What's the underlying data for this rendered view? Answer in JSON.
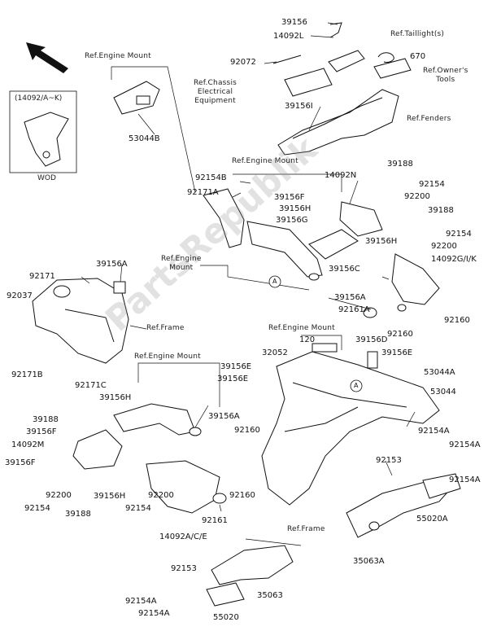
{
  "labels": {
    "l_39156a": "39156",
    "l_14092l": "14092L",
    "l_92072": "92072",
    "l_670": "670",
    "l_39156i": "39156I",
    "l_53044b": "53044B",
    "l_92154b": "92154B",
    "l_92171a": "92171A",
    "l_39188a": "39188",
    "l_14092n": "14092N",
    "l_92154a1": "92154",
    "l_92200a": "92200",
    "l_39156f1": "39156F",
    "l_39156h1": "39156H",
    "l_39156g": "39156G",
    "l_39188b": "39188",
    "l_39156h2": "39156H",
    "l_92154a2": "92154",
    "l_92200b": "92200",
    "l_14092gik": "14092G/I/K",
    "l_39156c": "39156C",
    "l_92171": "92171",
    "l_39156a2": "39156A",
    "l_92037": "92037",
    "l_39156a3": "39156A",
    "l_92161a": "92161A",
    "l_92160a": "92160",
    "l_92160b": "92160",
    "l_92171b": "92171B",
    "l_92171c": "92171C",
    "l_120": "120",
    "l_32052": "32052",
    "l_39156d": "39156D",
    "l_39156e1": "39156E",
    "l_39156e2": "39156E",
    "l_39156e3": "39156E",
    "l_53044a": "53044A",
    "l_53044": "53044",
    "l_39156h3": "39156H",
    "l_39188c": "39188",
    "l_39156f2": "39156F",
    "l_14092m": "14092M",
    "l_39156f3": "39156F",
    "l_92200c": "92200",
    "l_92154c": "92154",
    "l_39188d": "39188",
    "l_39156h4": "39156H",
    "l_92200d": "92200",
    "l_92154d": "92154",
    "l_39156a4": "39156A",
    "l_92160c": "92160",
    "l_92160d": "92160",
    "l_92161": "92161",
    "l_14092ace": "14092A/C/E",
    "l_92154a3": "92154A",
    "l_92154a4": "92154A",
    "l_92154a5": "92154A",
    "l_92153a": "92153",
    "l_55020a": "55020A",
    "l_35063a": "35063A",
    "l_92153b": "92153",
    "l_35063": "35063",
    "l_92154a6": "92154A",
    "l_92154a7": "92154A",
    "l_55020": "55020"
  },
  "refs": {
    "taillight": "Ref.Taillight(s)",
    "owners_tools": "Ref.Owner's\nTools",
    "chassis_elec": "Ref.Chassis\nElectrical\nEquipment",
    "fenders": "Ref.Fenders",
    "engine_mount_top": "Ref.Engine Mount",
    "engine_mount_mid": "Ref.Engine Mount",
    "engine_mount_left": "Ref.Engine\nMount",
    "engine_mount_center": "Ref.Engine Mount",
    "engine_mount_lower": "Ref.Engine Mount",
    "frame_left": "Ref.Frame",
    "frame_lower": "Ref.Frame"
  },
  "inset": {
    "title": "(14092/A~K)",
    "caption": "WOD"
  },
  "callouts": [
    "A",
    "A"
  ],
  "watermark": "PartsRepublik"
}
